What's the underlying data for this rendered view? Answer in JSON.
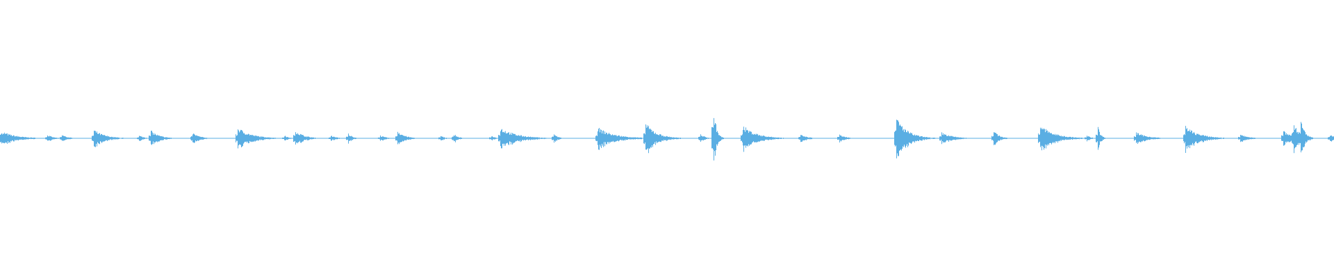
{
  "waveform": {
    "color": "#5aaee3",
    "transients": [
      {
        "t": 0.0,
        "amp": 0.06,
        "decay": 0.012
      },
      {
        "t": 0.003,
        "amp": 0.06,
        "decay": 0.01
      },
      {
        "t": 0.035,
        "amp": 0.04,
        "decay": 0.004
      },
      {
        "t": 0.046,
        "amp": 0.04,
        "decay": 0.004
      },
      {
        "t": 0.07,
        "amp": 0.09,
        "decay": 0.008
      },
      {
        "t": 0.104,
        "amp": 0.03,
        "decay": 0.004
      },
      {
        "t": 0.113,
        "amp": 0.08,
        "decay": 0.006
      },
      {
        "t": 0.144,
        "amp": 0.06,
        "decay": 0.005
      },
      {
        "t": 0.178,
        "amp": 0.11,
        "decay": 0.01
      },
      {
        "t": 0.213,
        "amp": 0.03,
        "decay": 0.003
      },
      {
        "t": 0.221,
        "amp": 0.09,
        "decay": 0.006
      },
      {
        "t": 0.248,
        "amp": 0.03,
        "decay": 0.004
      },
      {
        "t": 0.261,
        "amp": 0.05,
        "decay": 0.003
      },
      {
        "t": 0.285,
        "amp": 0.03,
        "decay": 0.004
      },
      {
        "t": 0.298,
        "amp": 0.08,
        "decay": 0.005
      },
      {
        "t": 0.33,
        "amp": 0.03,
        "decay": 0.003
      },
      {
        "t": 0.34,
        "amp": 0.05,
        "decay": 0.003
      },
      {
        "t": 0.368,
        "amp": 0.03,
        "decay": 0.003
      },
      {
        "t": 0.375,
        "amp": 0.11,
        "decay": 0.012
      },
      {
        "t": 0.415,
        "amp": 0.05,
        "decay": 0.003
      },
      {
        "t": 0.448,
        "amp": 0.11,
        "decay": 0.012
      },
      {
        "t": 0.484,
        "amp": 0.16,
        "decay": 0.008
      },
      {
        "t": 0.525,
        "amp": 0.05,
        "decay": 0.003
      },
      {
        "t": 0.535,
        "amp": 0.33,
        "decay": 0.002
      },
      {
        "t": 0.557,
        "amp": 0.13,
        "decay": 0.01
      },
      {
        "t": 0.6,
        "amp": 0.04,
        "decay": 0.005
      },
      {
        "t": 0.629,
        "amp": 0.04,
        "decay": 0.005
      },
      {
        "t": 0.672,
        "amp": 0.22,
        "decay": 0.008
      },
      {
        "t": 0.706,
        "amp": 0.06,
        "decay": 0.008
      },
      {
        "t": 0.745,
        "amp": 0.08,
        "decay": 0.004
      },
      {
        "t": 0.78,
        "amp": 0.14,
        "decay": 0.01
      },
      {
        "t": 0.815,
        "amp": 0.03,
        "decay": 0.003
      },
      {
        "t": 0.823,
        "amp": 0.14,
        "decay": 0.002
      },
      {
        "t": 0.852,
        "amp": 0.06,
        "decay": 0.008
      },
      {
        "t": 0.889,
        "amp": 0.12,
        "decay": 0.01
      },
      {
        "t": 0.93,
        "amp": 0.04,
        "decay": 0.006
      },
      {
        "t": 0.962,
        "amp": 0.09,
        "decay": 0.006
      },
      {
        "t": 0.97,
        "amp": 0.19,
        "decay": 0.003
      },
      {
        "t": 0.975,
        "amp": 0.21,
        "decay": 0.003
      },
      {
        "t": 0.997,
        "amp": 0.04,
        "decay": 0.004
      }
    ]
  }
}
